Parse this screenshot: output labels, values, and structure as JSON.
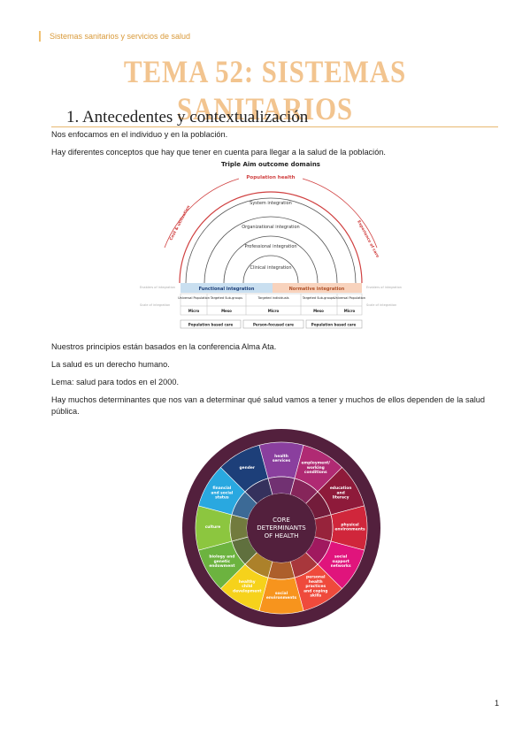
{
  "header": {
    "subject": "Sistemas sanitarios y servicios de salud"
  },
  "title": "TEMA 52: SISTEMAS SANITARIOS",
  "section": {
    "heading": "1.   Antecedentes y contextualización"
  },
  "paragraphs": [
    "Nos enfocamos en el individuo y en la población.",
    "Hay diferentes conceptos que hay que tener en cuenta para llegar a la salud de la población.",
    "Nuestros principios están basados en la conferencia Alma Ata.",
    "La salud es un derecho humano.",
    "Lema: salud para todos en el 2000.",
    "Hay muchos determinantes que nos van a determinar qué salud vamos a tener y muchos de ellos dependen de la salud pública."
  ],
  "figure_integration": {
    "title": "Triple Aim outcome domains",
    "arcs": [
      "Population health",
      "System integration",
      "Organizational integration",
      "Professional integration",
      "Clinical integration"
    ],
    "side_left": "Cost & utilization",
    "side_right": "Experience of care",
    "bar_left": "Functional integration",
    "bar_right": "Normative integration",
    "row_label_1": "Enablers of integration",
    "row_label_2": "Scale of integration",
    "row_label_1r": "Enablers of integration",
    "row_label_2r": "Scale of integration",
    "scope": [
      "Universal Population",
      "Targeted Sub-groups",
      "Targeted individuals",
      "Targeted Sub-groups",
      "Universal Population"
    ],
    "scale": [
      "Micro",
      "Meso",
      "Micro",
      "Meso",
      "Micro"
    ],
    "care": [
      "Population based care",
      "Person-focused care",
      "Population based care"
    ],
    "colors": {
      "functional": "#c9dff0",
      "normative": "#f8d3bd",
      "red": "#d04040"
    }
  },
  "figure_wheel": {
    "center": "CORE DETERMINANTS OF HEALTH",
    "segments": [
      {
        "label": "health services",
        "color": "#8a3f9e"
      },
      {
        "label": "employment/ working conditions",
        "color": "#b02a73"
      },
      {
        "label": "education and literacy",
        "color": "#8e1a3a"
      },
      {
        "label": "physical environments",
        "color": "#d0263b"
      },
      {
        "label": "social support networks",
        "color": "#e0147c"
      },
      {
        "label": "personal health practices and coping skills",
        "color": "#ef4a3c"
      },
      {
        "label": "social environments",
        "color": "#f7941d"
      },
      {
        "label": "healthy child development",
        "color": "#f6d21b"
      },
      {
        "label": "biology and genetic endowment",
        "color": "#6cb33f"
      },
      {
        "label": "culture",
        "color": "#8cc63f"
      },
      {
        "label": "financial and social status",
        "color": "#29a8e0"
      },
      {
        "label": "gender",
        "color": "#1d3f79"
      }
    ],
    "rim_color": "#53203d"
  },
  "page_number": "1"
}
